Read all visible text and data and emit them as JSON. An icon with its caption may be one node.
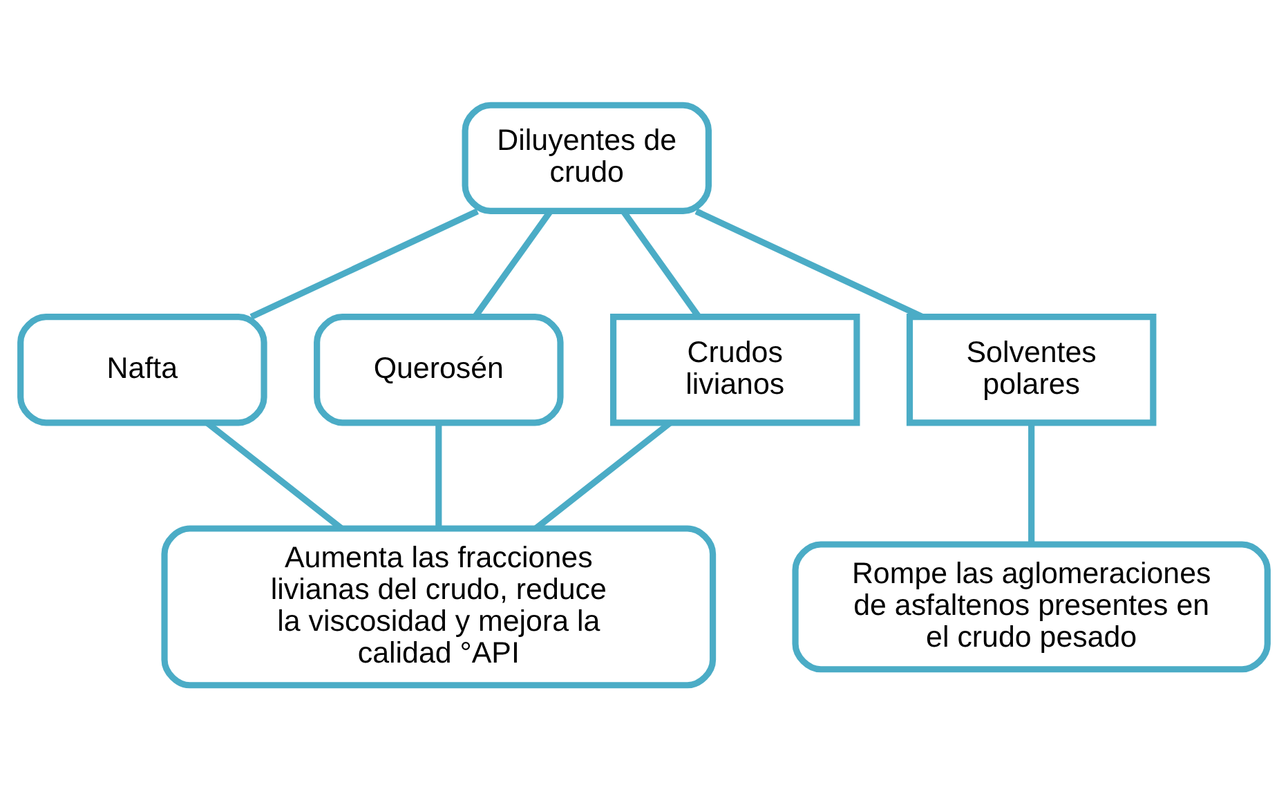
{
  "diagram": {
    "nodes": [
      {
        "text": [
          "Diluyentes de crudo"
        ]
      },
      {
        "text": [
          "Nafta"
        ]
      },
      {
        "text": [
          "Querosén"
        ]
      },
      {
        "text": [
          "Crudos livianos"
        ]
      },
      {
        "text": [
          "Solventes polares"
        ]
      },
      {
        "text": [
          "Aumenta las fracciones livianas del crudo, reduce la viscosidad y mejora la calidad °API"
        ]
      },
      {
        "text": [
          "Rompe las aglomeraciones de asfaltenos presentes en el crudo pesado"
        ]
      }
    ],
    "edges": [
      {
        "from": 0,
        "to": 1,
        "arrow": "none"
      },
      {
        "from": 0,
        "to": 2,
        "arrow": "none"
      },
      {
        "from": 0,
        "to": 3,
        "arrow": "none"
      },
      {
        "from": 0,
        "to": 4,
        "arrow": "none"
      },
      {
        "from": 1,
        "to": 5,
        "arrow": "none"
      },
      {
        "from": 2,
        "to": 5,
        "arrow": "none"
      },
      {
        "from": 3,
        "to": 5,
        "arrow": "none"
      },
      {
        "from": 4,
        "to": 6,
        "arrow": "none"
      }
    ]
  }
}
